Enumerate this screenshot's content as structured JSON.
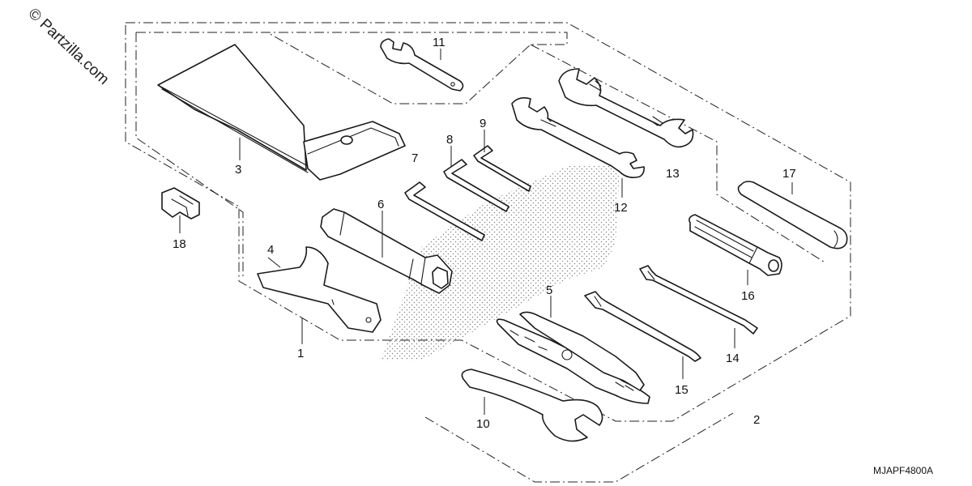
{
  "watermark": "© Partzilla.com",
  "drawing_code": "MJAPF4800A",
  "callouts": {
    "c1": "1",
    "c2": "2",
    "c3": "3",
    "c4": "4",
    "c5": "5",
    "c6": "6",
    "c7": "7",
    "c8": "8",
    "c9": "9",
    "c10": "10",
    "c11": "11",
    "c12": "12",
    "c13": "13",
    "c14": "14",
    "c15": "15",
    "c16": "16",
    "c17": "17",
    "c18": "18"
  }
}
